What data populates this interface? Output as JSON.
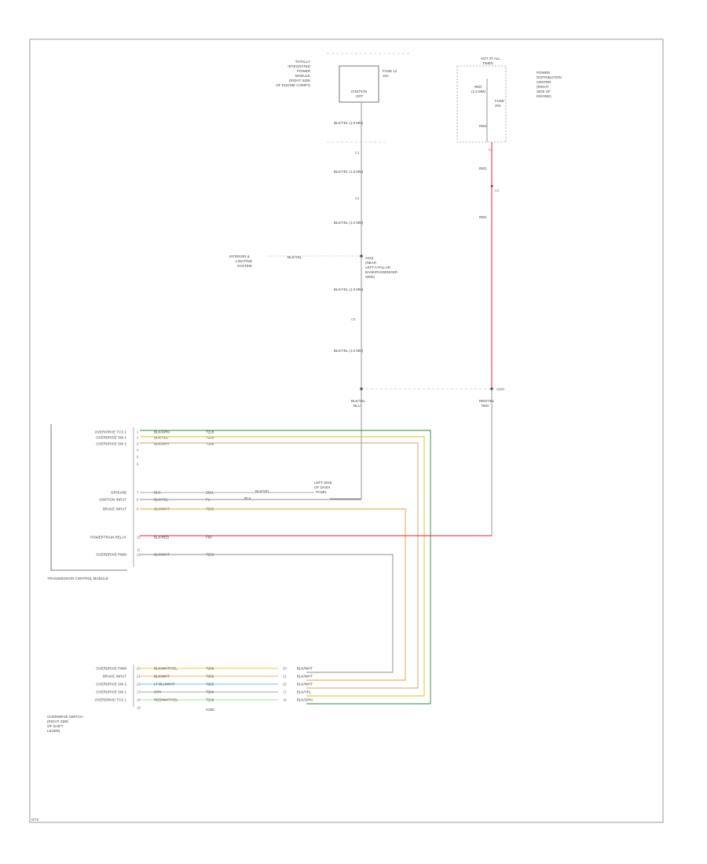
{
  "colors": {
    "frame": "#9a9a9a",
    "wire_default": "#8c8c8c",
    "wire_power": "#e8222c",
    "wire_green": "#2e8b2e",
    "wire_yellow": "#d8c21a",
    "wire_tan": "#c9a46a",
    "wire_orange": "#e89a3c",
    "wire_cyan": "#29b8d8",
    "wire_lightgreen": "#9ad07a"
  },
  "footer": {
    "ref_code": "WTS"
  },
  "top_left": {
    "desc_lines": [
      "TOTALLY",
      "INTEGRATED",
      "POWER",
      "MODULE",
      "(RIGHT SIDE",
      "OF ENGINE COMPT)"
    ],
    "box_label": [
      "IGNITION",
      "OFF"
    ],
    "fuse_label": [
      "FUSE 12",
      "10A"
    ]
  },
  "top_right": {
    "box_title": [
      "HOT AT ALL",
      "TIMES"
    ],
    "desc_lines": [
      "POWER",
      "DISTRIBUTION",
      "CENTER",
      "(RIGHT",
      "SIDE OF",
      "ENGINE)"
    ],
    "fuse_label": [
      "FUSE",
      "20A"
    ],
    "wire_code": [
      "RED",
      "(1.0 MM)"
    ]
  },
  "left_column": {
    "wire_codes": [
      "BLK/YEL (1.0 MM)",
      "BLK/YEL (1.0 MM)",
      "BLK/YEL (1.0 MM)",
      "BLK/YEL (1.0 MM)",
      "BLK/YEL (1.0 MM)"
    ],
    "connector_ids": [
      "C1",
      "C2",
      "C3"
    ],
    "splice": [
      "S101",
      "(NEAR",
      "LEFT A-PILLAR",
      "BASE/PASSENGER",
      "SIDE)"
    ],
    "interior_label": [
      "INTERIOR &",
      "LIGHTING",
      "SYSTEM"
    ],
    "interior_wire": "BLK/YEL"
  },
  "right_column": {
    "wire_codes": [
      "RED",
      "RED",
      "RED"
    ],
    "connector_ids": [
      "C1",
      "C4"
    ]
  },
  "splice_bottom": {
    "left_codes": [
      "BLK/YEL",
      "BLU"
    ],
    "right_codes": [
      "RED/YEL",
      "RED"
    ],
    "node": "S100"
  },
  "top_module": {
    "pins": [
      {
        "label": "OVERDRIVE TCS 1",
        "num": "1",
        "color_code": "BLK/GRN",
        "circuit": "T218"
      },
      {
        "label": "OVERDRIVE SW 1",
        "num": "2",
        "color_code": "BLK/YEL",
        "circuit": "T200"
      },
      {
        "label": "OVERDRIVE SW 2",
        "num": "3",
        "color_code": "BLK/WHT",
        "circuit": "T265"
      },
      {
        "label": "",
        "num": "4",
        "color_code": "",
        "circuit": ""
      },
      {
        "label": "",
        "num": "5",
        "color_code": "",
        "circuit": ""
      },
      {
        "label": "",
        "num": "6",
        "color_code": "",
        "circuit": ""
      },
      {
        "label": "GROUND",
        "num": "7",
        "color_code": "BLK",
        "circuit": "Z911"
      },
      {
        "label": "IGNITION INPUT",
        "num": "8",
        "color_code": "BLK/YEL",
        "circuit": "F1"
      },
      {
        "label": "BRAKE INPUT",
        "num": "9",
        "color_code": "BLK/WHT",
        "circuit": "T202"
      },
      {
        "label": "",
        "num": "",
        "color_code": "",
        "circuit": ""
      },
      {
        "label": "",
        "num": "",
        "color_code": "",
        "circuit": ""
      },
      {
        "label": "POWERTRAIN RELAY",
        "num": "10",
        "color_code": "BLK/RED",
        "circuit": "F60"
      },
      {
        "label": "",
        "num": "11",
        "color_code": "",
        "circuit": ""
      },
      {
        "label": "OVERDRIVE PWM",
        "num": "12",
        "color_code": "BLK/WHT",
        "circuit": "T250"
      }
    ],
    "ground_ref": [
      "LEFT SIDE",
      "OF DASH",
      "PANEL"
    ],
    "ground_code": [
      "BLK/YEL",
      "BLK"
    ],
    "module_name": "TRANSMISSION CONTROL MODULE"
  },
  "bottom_module": {
    "pins": [
      {
        "label": "OVERDRIVE PWM",
        "num": "20",
        "color_code": "BLK/WHT/YEL",
        "circuit": "T250",
        "rnum": "20",
        "rcode": "BLK/WHT"
      },
      {
        "label": "BRAKE INPUT",
        "num": "21",
        "color_code": "BLK/WHT",
        "circuit": "T202",
        "rnum": "21",
        "rcode": "BLK/WHT"
      },
      {
        "label": "OVERDRIVE SW 2",
        "num": "22",
        "color_code": "LT BLU/WHT",
        "circuit": "T265",
        "rnum": "22",
        "rcode": "BLK/WHT"
      },
      {
        "label": "OVERDRIVE SW 1",
        "num": "17",
        "color_code": "GRY",
        "circuit": "T200",
        "rnum": "17",
        "rcode": "BLK/YEL"
      },
      {
        "label": "OVERDRIVE TCS 1",
        "num": "18",
        "color_code": "RED/WHT/YEL",
        "circuit": "T218",
        "rnum": "18",
        "rcode": "BLK/GRN"
      },
      {
        "label": "",
        "num": "19",
        "color_code": "",
        "circuit": "C205",
        "rnum": "",
        "rcode": ""
      }
    ],
    "module_name": [
      "OVERDRIVE SWITCH",
      "(RIGHT SIDE",
      "OF SHIFT",
      "LEVER)"
    ]
  }
}
